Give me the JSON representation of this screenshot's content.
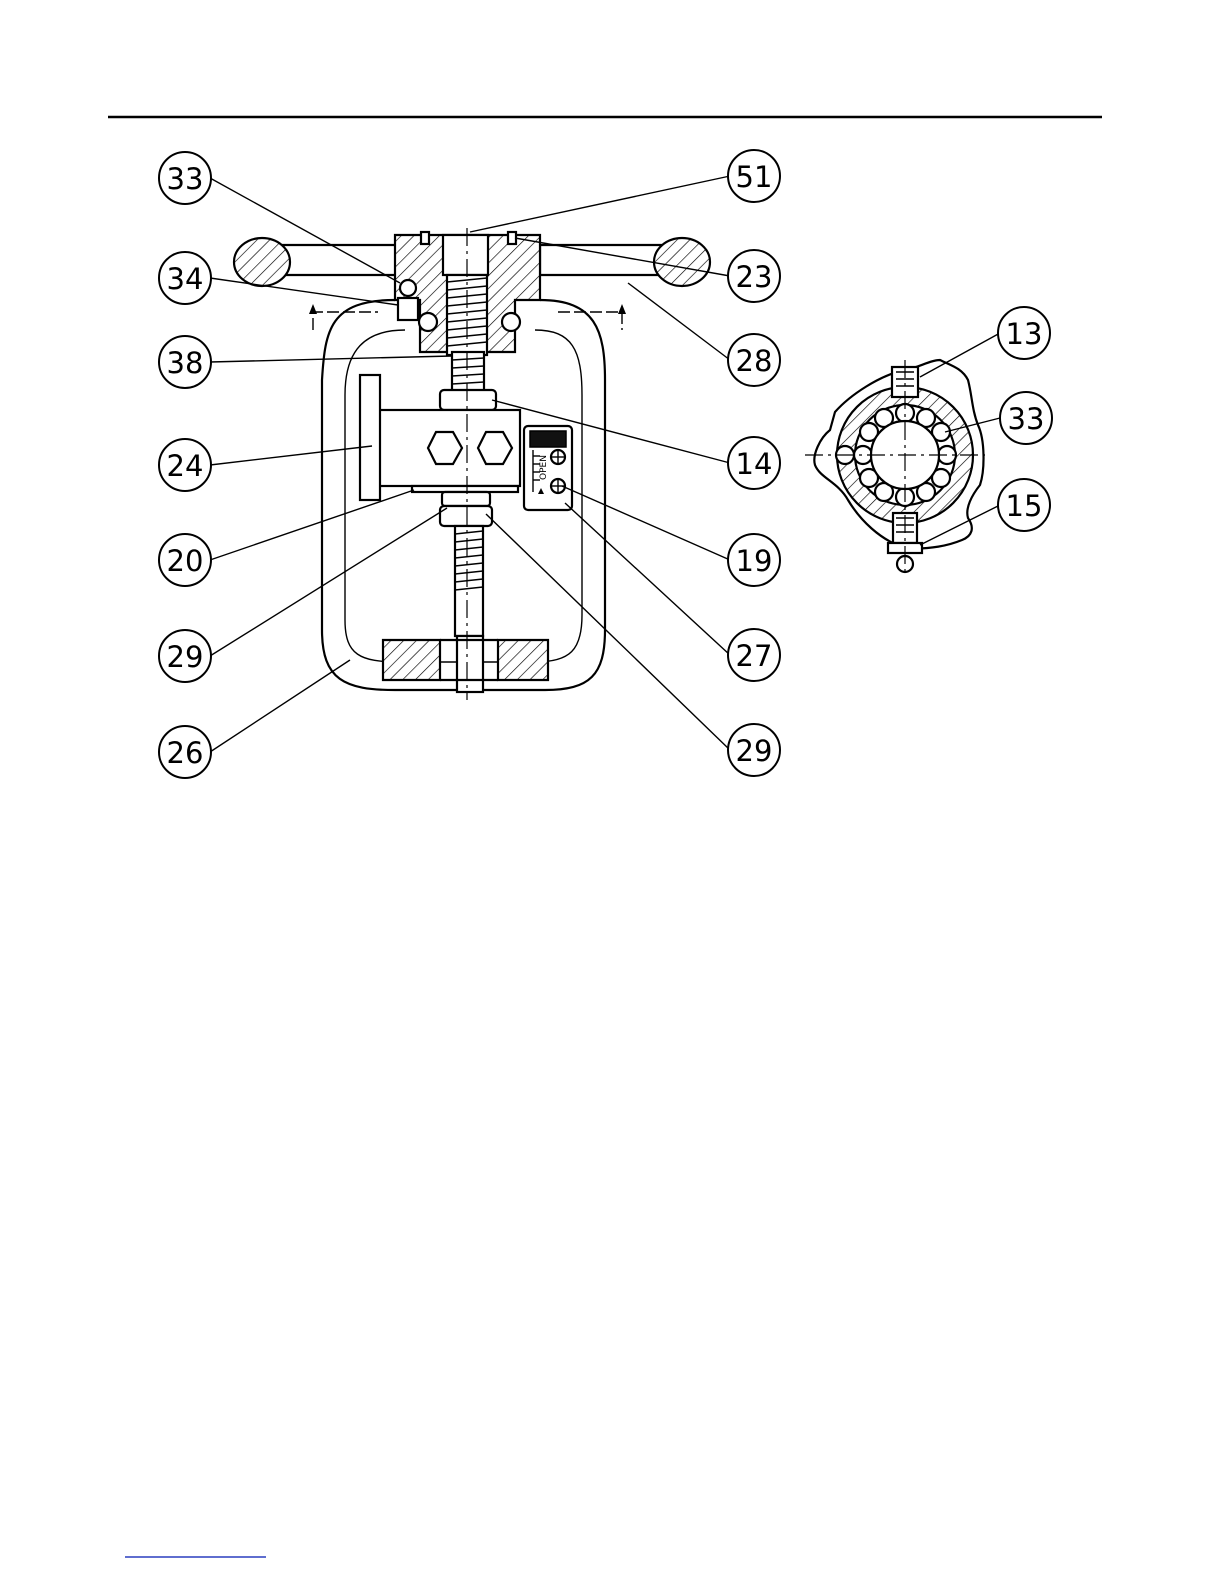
{
  "callouts": [
    {
      "id": "c33a",
      "label": "33"
    },
    {
      "id": "c34",
      "label": "34"
    },
    {
      "id": "c38",
      "label": "38"
    },
    {
      "id": "c24",
      "label": "24"
    },
    {
      "id": "c20",
      "label": "20"
    },
    {
      "id": "c29a",
      "label": "29"
    },
    {
      "id": "c26",
      "label": "26"
    },
    {
      "id": "c51",
      "label": "51"
    },
    {
      "id": "c23",
      "label": "23"
    },
    {
      "id": "c28",
      "label": "28"
    },
    {
      "id": "c14",
      "label": "14"
    },
    {
      "id": "c19",
      "label": "19"
    },
    {
      "id": "c27",
      "label": "27"
    },
    {
      "id": "c29b",
      "label": "29"
    },
    {
      "id": "c13",
      "label": "13"
    },
    {
      "id": "c33b",
      "label": "33"
    },
    {
      "id": "c15",
      "label": "15"
    }
  ],
  "indicator_plate": {
    "open_label": "OPEN"
  }
}
